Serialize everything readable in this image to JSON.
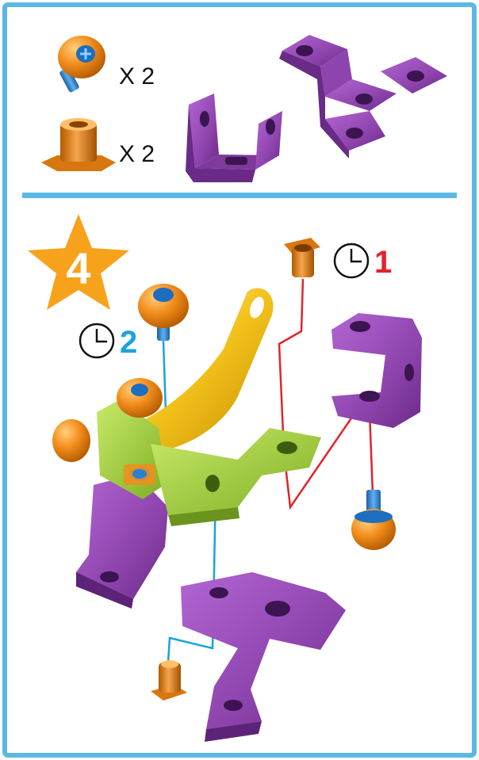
{
  "parts_list": {
    "screw": {
      "qty": "X 2"
    },
    "standoff": {
      "qty": "X 2"
    }
  },
  "step": {
    "number": "4",
    "order_1": {
      "label": "1",
      "color": "#e3232b"
    },
    "order_2": {
      "label": "2",
      "color": "#1aa3dd"
    }
  },
  "colors": {
    "frame": "#5bb8e4",
    "purple": "#8e44ad",
    "green": "#9ccc35",
    "orange": "#f28c1c",
    "star": "#f7a21b",
    "yellow": "#f2c21b",
    "blue": "#2a7fd4"
  }
}
